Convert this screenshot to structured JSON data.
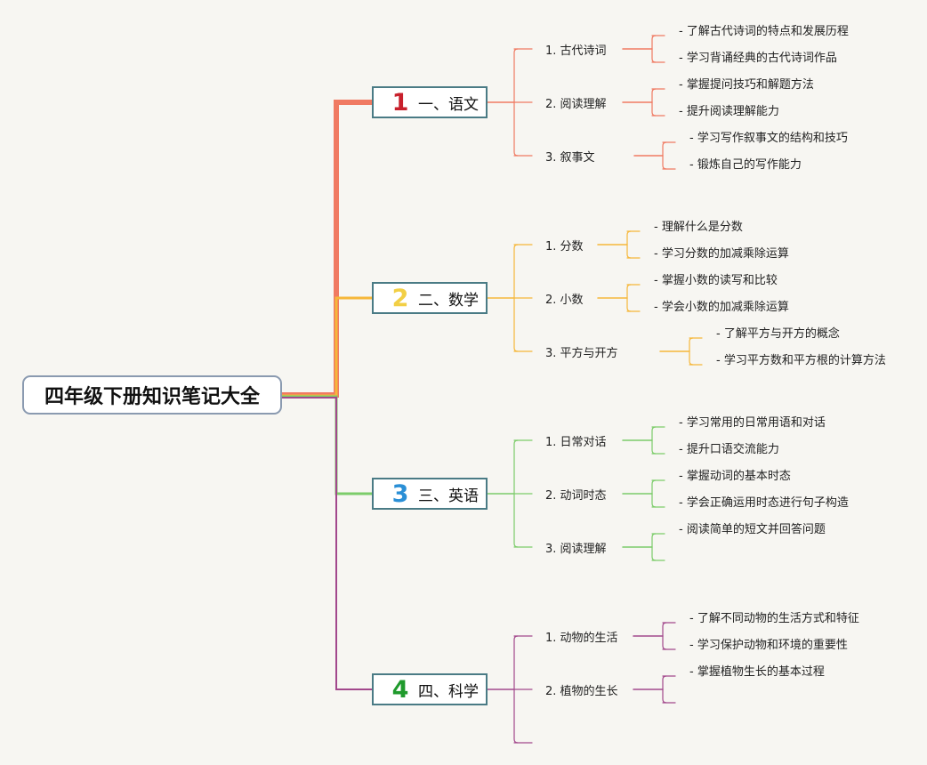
{
  "title": "四年级下册知识笔记大全",
  "branches": [
    {
      "num": "1",
      "label": "一、语文",
      "num_color": "#c8202c",
      "line_color": "#f07a62",
      "subs": [
        {
          "label": "1. 古代诗词",
          "items": [
            "- 了解古代诗词的特点和发展历程",
            "- 学习背诵经典的古代诗词作品"
          ]
        },
        {
          "label": "2. 阅读理解",
          "items": [
            "- 掌握提问技巧和解题方法",
            "- 提升阅读理解能力"
          ]
        },
        {
          "label": "3. 叙事文",
          "items": [
            "- 学习写作叙事文的结构和技巧",
            "- 锻炼自己的写作能力"
          ]
        }
      ]
    },
    {
      "num": "2",
      "label": "二、数学",
      "num_color": "#f2cf45",
      "line_color": "#f6b73a",
      "subs": [
        {
          "label": "1. 分数",
          "items": [
            "- 理解什么是分数",
            "- 学习分数的加减乘除运算"
          ]
        },
        {
          "label": "2. 小数",
          "items": [
            "- 掌握小数的读写和比较",
            "- 学会小数的加减乘除运算"
          ]
        },
        {
          "label": "3. 平方与开方",
          "items": [
            "- 了解平方与开方的概念",
            "- 学习平方数和平方根的计算方法"
          ]
        }
      ]
    },
    {
      "num": "3",
      "label": "三、英语",
      "num_color": "#2a8fd6",
      "line_color": "#7ccc6a",
      "subs": [
        {
          "label": "1. 日常对话",
          "items": [
            "- 学习常用的日常用语和对话",
            "- 提升口语交流能力"
          ]
        },
        {
          "label": "2. 动词时态",
          "items": [
            "- 掌握动词的基本时态",
            "- 学会正确运用时态进行句子构造"
          ]
        },
        {
          "label": "3. 阅读理解",
          "items": [
            "- 阅读简单的短文并回答问题",
            ""
          ]
        }
      ]
    },
    {
      "num": "4",
      "label": "四、科学",
      "num_color": "#1f9a2c",
      "line_color": "#a2488c",
      "subs": [
        {
          "label": "1. 动物的生活",
          "items": [
            "- 了解不同动物的生活方式和特征",
            "- 学习保护动物和环境的重要性"
          ]
        },
        {
          "label": "2. 植物的生长",
          "items": [
            "- 掌握植物生长的基本过程",
            ""
          ]
        },
        {
          "label": "",
          "items": []
        }
      ]
    }
  ]
}
